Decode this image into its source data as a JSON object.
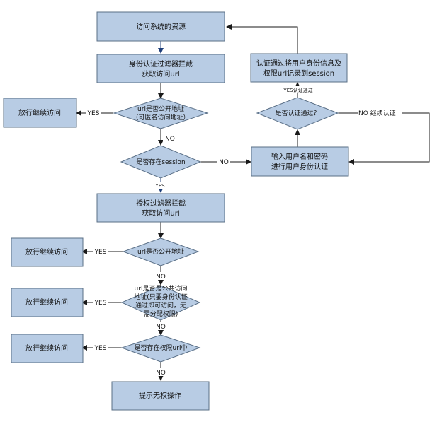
{
  "colors": {
    "box_fill": "#b8cce4",
    "box_stroke": "#5a6f86",
    "line": "#1a1a1a",
    "arrow_blue": "#1f3f7a"
  },
  "nodes": {
    "access_resource": "访问系统的资源",
    "auth_filter_line1": "身份认证过滤器拦截",
    "auth_filter_line2": "获取访问url",
    "d_public_line1": "url是否公开地址",
    "d_public_line2": "（可匿名访问地址）",
    "pass_1": "放行继续访问",
    "d_session": "是否存在session",
    "input_line1": "输入用户名和密码",
    "input_line2": "进行用户身份认证",
    "d_auth_ok": "是否认证通过？",
    "record_line1": "认证通过将用户身份信息及",
    "record_line2": "权限url记录到session",
    "perm_filter_line1": "授权过滤器拦截",
    "perm_filter_line2": "获取访问url",
    "d_url_public": "url是否公开地址",
    "pass_2": "放行继续访问",
    "d_common_line1": "url是否是公共访问",
    "d_common_line2": "地址(只要身份认证",
    "d_common_line3": "通过即可访问，无",
    "d_common_line4": "需分配权限)",
    "pass_3": "放行继续访问",
    "d_perm_url": "是否存在权限url中",
    "pass_4": "放行继续访问",
    "no_permission": "提示无权操作"
  },
  "labels": {
    "yes1": "YES",
    "no1": "NO",
    "no_session": "NO",
    "yes_session": "YES",
    "no_continue": "NO  继续认证",
    "yes_auth": "YES认证通过",
    "yes2": "YES",
    "no2": "NO",
    "yes3": "YES",
    "no3": "NO",
    "yes4": "YES",
    "no4": "NO"
  }
}
